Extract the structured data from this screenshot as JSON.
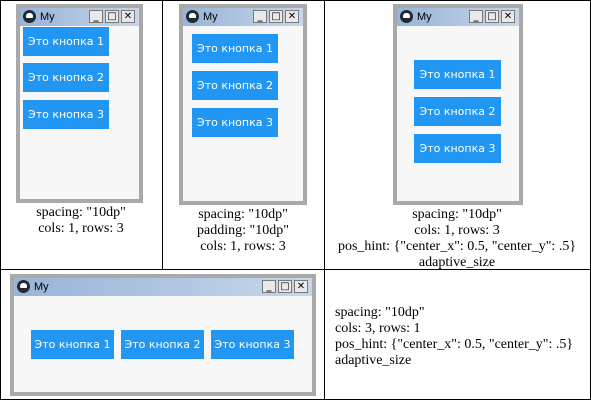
{
  "window_title": "My",
  "controls": {
    "minimize": "_",
    "maximize": "□",
    "close": "✕"
  },
  "icons": {
    "app_icon": "app-logo-icon"
  },
  "button_color": "#2196f3",
  "panels": [
    {
      "buttons": [
        "Это кнопка 1",
        "Это кнопка 2",
        "Это кнопка 3"
      ],
      "caption": [
        "spacing: \"10dp\"",
        "cols: 1, rows: 3"
      ]
    },
    {
      "buttons": [
        "Это кнопка 1",
        "Это кнопка 2",
        "Это кнопка 3"
      ],
      "caption": [
        "spacing: \"10dp\"",
        "padding: \"10dp\"",
        "cols: 1, rows: 3"
      ]
    },
    {
      "buttons": [
        "Это кнопка 1",
        "Это кнопка 2",
        "Это кнопка 3"
      ],
      "caption": [
        "spacing: \"10dp\"",
        "cols: 1, rows: 3",
        "pos_hint: {\"center_x\": 0.5, \"center_y\": .5}",
        "adaptive_size"
      ]
    },
    {
      "buttons": [
        "Это кнопка 1",
        "Это кнопка 2",
        "Это кнопка 3"
      ],
      "caption": [
        "spacing: \"10dp\"",
        "cols: 3, rows: 1",
        "pos_hint: {\"center_x\": 0.5, \"center_y\": .5}",
        "adaptive_size"
      ]
    }
  ]
}
